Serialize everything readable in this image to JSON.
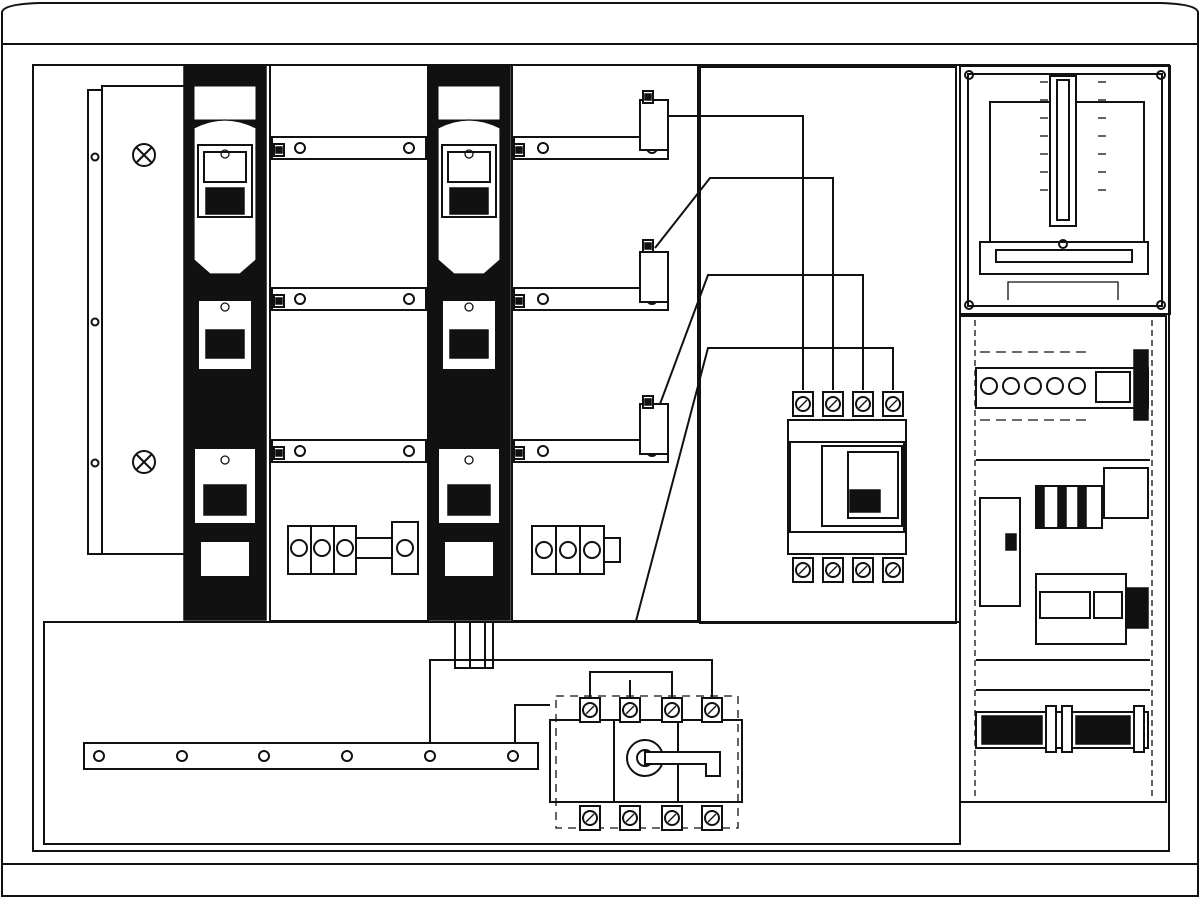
{
  "diagram": {
    "kind": "electrical enclosure front view",
    "fuse_carriers": 2,
    "busbar_levels": 3,
    "breaker_poles": 4,
    "switch_disconnector_poles": 4,
    "indicator_lamps": 2,
    "din_rails": 3
  }
}
